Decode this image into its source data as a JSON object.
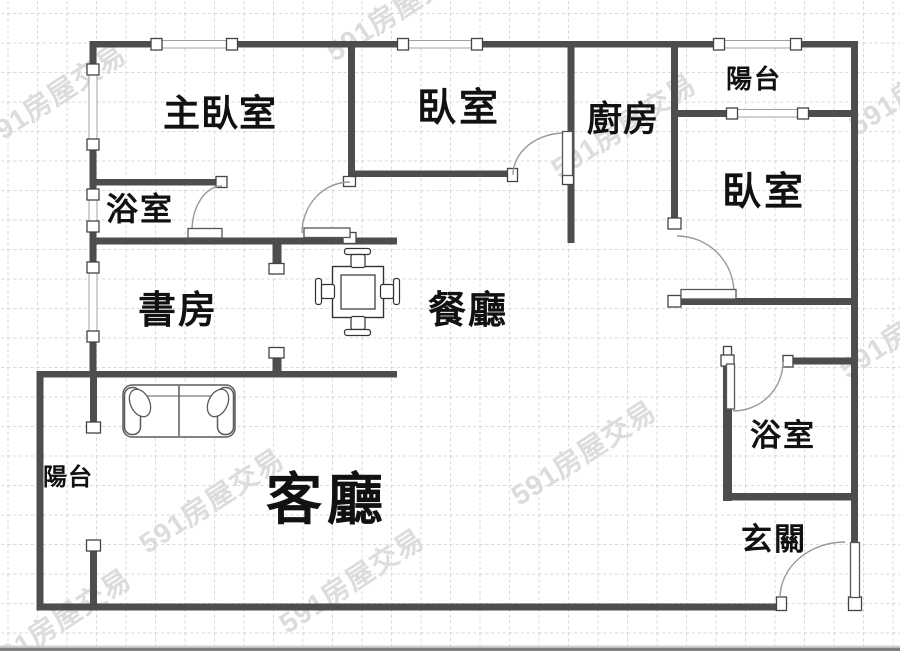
{
  "watermark": {
    "text": "591房屋交易"
  },
  "rooms": {
    "master_bedroom": {
      "label": "主臥室"
    },
    "bedroom_top": {
      "label": "臥室"
    },
    "kitchen": {
      "label": "廚房"
    },
    "balcony_top": {
      "label": "陽台"
    },
    "bedroom_right": {
      "label": "臥室"
    },
    "bathroom_upper": {
      "label": "浴室"
    },
    "study": {
      "label": "書房"
    },
    "dining": {
      "label": "餐廳"
    },
    "bathroom_lower": {
      "label": "浴室"
    },
    "living": {
      "label": "客廳"
    },
    "balcony_bottom": {
      "label": "陽台"
    },
    "entry": {
      "label": "玄關"
    }
  },
  "colors": {
    "wall": "#4d4d4d",
    "grid": "#dadada",
    "watermark": "#dcdcdc",
    "label": "#111111",
    "door_arc": "#999999"
  }
}
